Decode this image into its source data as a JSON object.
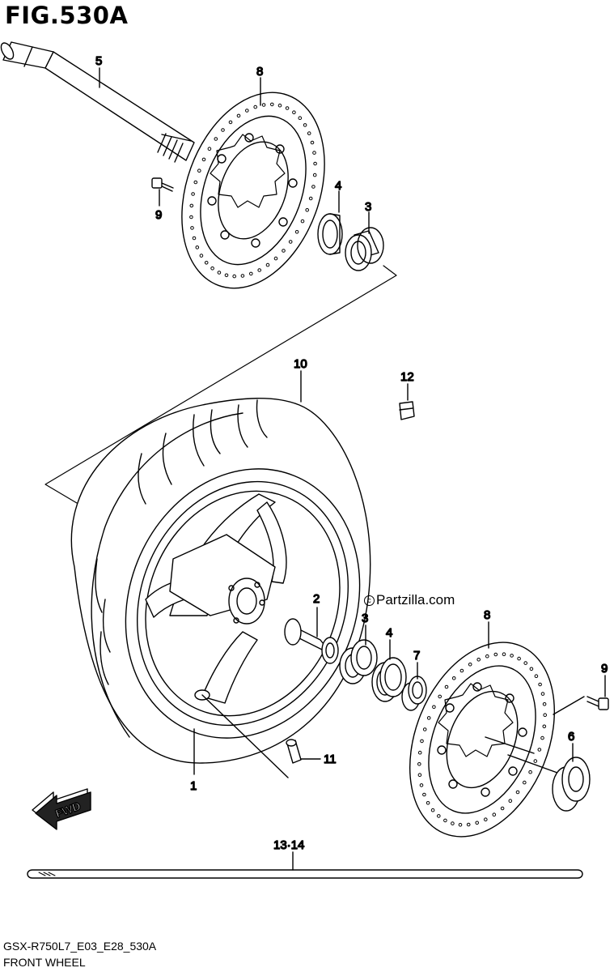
{
  "figure": {
    "title": "FIG.530A"
  },
  "footer": {
    "code": "GSX-R750L7_E03_E28_530A",
    "name": "FRONT WHEEL"
  },
  "watermark": {
    "symbol": "c",
    "text": "Partzilla.com"
  },
  "direction": {
    "label": "FWD"
  },
  "callouts": {
    "c1": "1",
    "c2": "2",
    "c3a": "3",
    "c3b": "3",
    "c4a": "4",
    "c4b": "4",
    "c5": "5",
    "c6": "6",
    "c7": "7",
    "c8a": "8",
    "c8b": "8",
    "c9a": "9",
    "c9b": "9",
    "c10": "10",
    "c11": "11",
    "c12": "12",
    "c1314": "13·14"
  },
  "colors": {
    "line": "#000000",
    "background": "#ffffff"
  }
}
